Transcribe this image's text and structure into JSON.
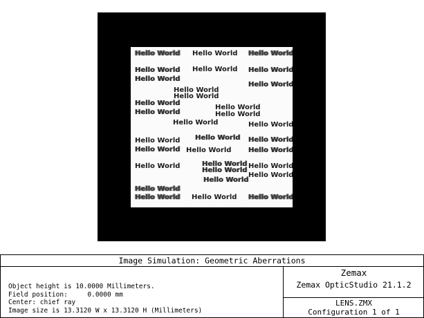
{
  "simulation": {
    "labels": [
      {
        "text": "Hello World",
        "blur": 2
      },
      {
        "text": "Hello World",
        "blur": 0
      },
      {
        "text": "Hello World",
        "blur": 2
      },
      {
        "text": "Hello World",
        "blur": 1
      },
      {
        "text": "Hello World",
        "blur": 0
      },
      {
        "text": "Hello World",
        "blur": 1
      },
      {
        "text": "Hello World",
        "blur": 1
      },
      {
        "text": "Hello World",
        "blur": 1
      },
      {
        "text": "Hello World",
        "blur": 0
      },
      {
        "text": "Hello World",
        "blur": 0
      },
      {
        "text": "Hello World",
        "blur": 1
      },
      {
        "text": "Hello World",
        "blur": 0
      },
      {
        "text": "Hello World",
        "blur": 1
      },
      {
        "text": "Hello World",
        "blur": 0
      },
      {
        "text": "Hello World",
        "blur": 0
      },
      {
        "text": "Hello World",
        "blur": 0
      },
      {
        "text": "Hello World",
        "blur": 1
      },
      {
        "text": "Hello World",
        "blur": 0
      },
      {
        "text": "Hello World",
        "blur": 1
      },
      {
        "text": "Hello World",
        "blur": 1
      },
      {
        "text": "Hello World",
        "blur": 0
      },
      {
        "text": "Hello World",
        "blur": 1
      },
      {
        "text": "Hello World",
        "blur": 1
      },
      {
        "text": "Hello World",
        "blur": 0
      },
      {
        "text": "Hello World",
        "blur": 0
      },
      {
        "text": "Hello World",
        "blur": 1
      },
      {
        "text": "Hello World",
        "blur": 0
      },
      {
        "text": "Hello World",
        "blur": 1
      },
      {
        "text": "Hello World",
        "blur": 2
      },
      {
        "text": "Hello World",
        "blur": 2
      },
      {
        "text": "Hello World",
        "blur": 0
      },
      {
        "text": "Hello World",
        "blur": 2
      }
    ]
  },
  "info": {
    "title": "Image Simulation: Geometric Aberrations",
    "object_height": "Object height is 10.0000 Millimeters.",
    "field_position": "Field position:     0.0000 mm",
    "center": "Center: chief ray",
    "image_size": "Image size is 13.3120 W x 13.3120 H (Millimeters)",
    "brand": "Zemax",
    "version": "Zemax OpticStudio 21.1.2",
    "file_name": "LENS.ZMX",
    "configuration": "Configuration 1 of 1"
  }
}
